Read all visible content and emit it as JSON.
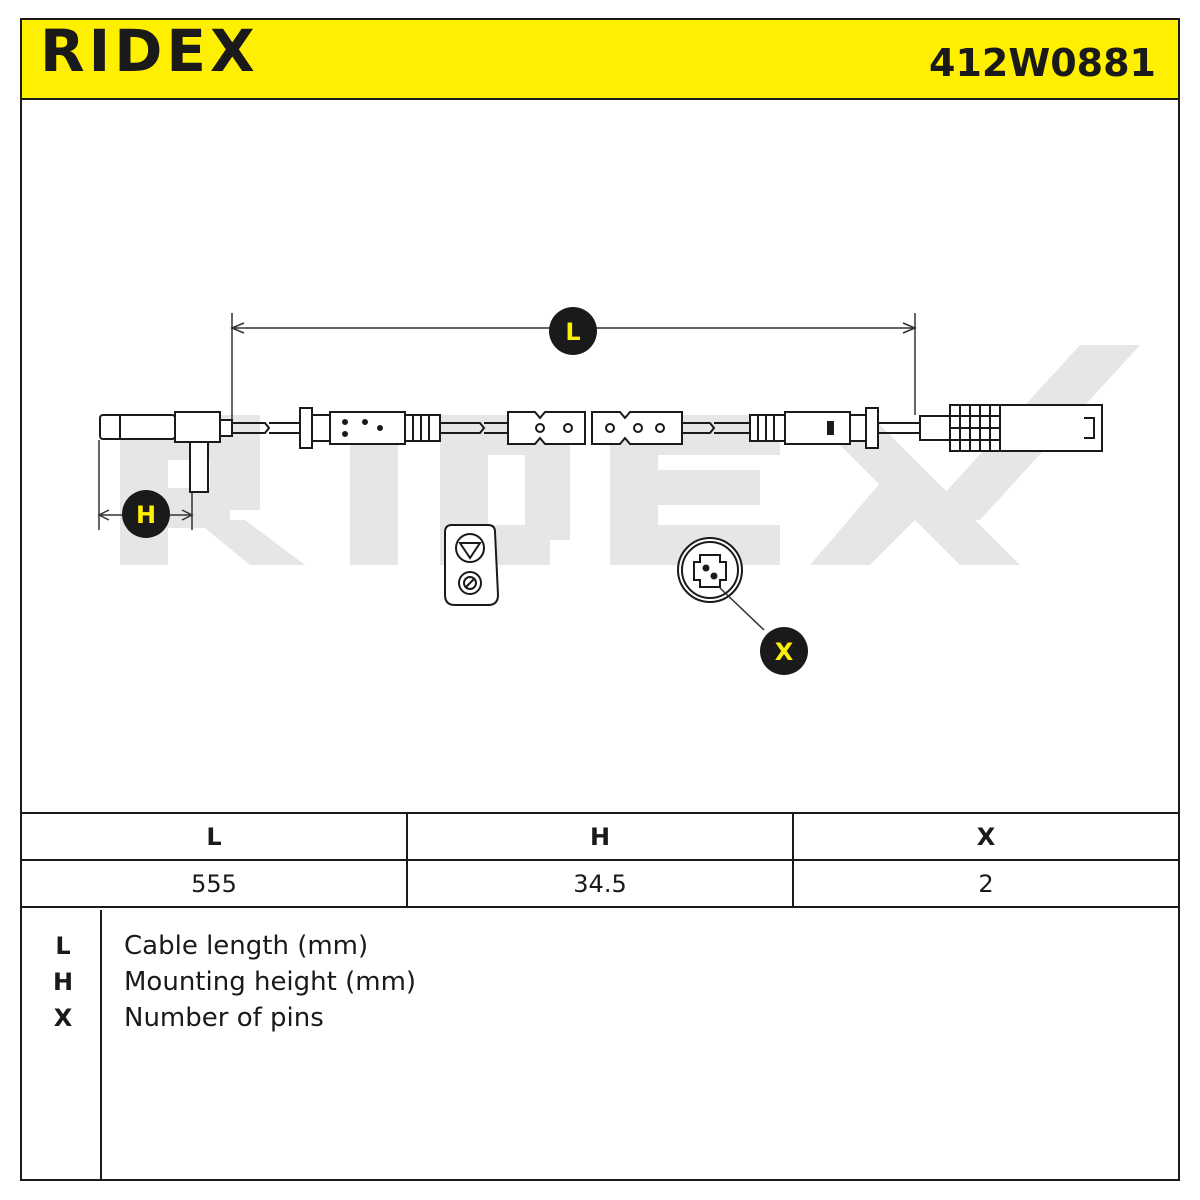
{
  "header": {
    "brand": "RIDEX",
    "part_number": "412W0881"
  },
  "callouts": {
    "L": "L",
    "H": "H",
    "X": "X"
  },
  "table": {
    "headers": [
      "L",
      "H",
      "X"
    ],
    "values": [
      "555",
      "34.5",
      "2"
    ]
  },
  "legend": [
    {
      "symbol": "L",
      "text": "Cable length (mm)"
    },
    {
      "symbol": "H",
      "text": "Mounting height (mm)"
    },
    {
      "symbol": "X",
      "text": "Number of pins"
    }
  ],
  "colors": {
    "header_bg": "#ffef00",
    "ink": "#1a1a1a",
    "watermark": "#e6e6e6",
    "callout_text": "#ffef00"
  }
}
